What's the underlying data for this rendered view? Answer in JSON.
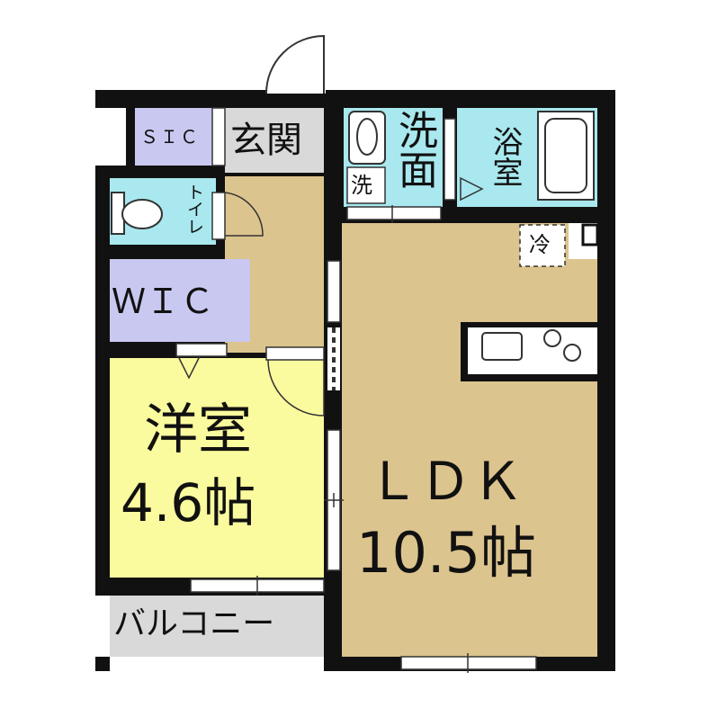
{
  "rooms": {
    "sic": {
      "label": "ＳＩＣ",
      "color": "#c8c8f0"
    },
    "genkan": {
      "label": "玄関",
      "color": "#d9d9d9"
    },
    "toilet": {
      "label": "トイレ",
      "color": "#a8e8ee"
    },
    "wic": {
      "label": "ＷＩＣ",
      "color": "#c8c8f0"
    },
    "hallway": {
      "color": "#dcc48e"
    },
    "washroom": {
      "label": "洗面",
      "color": "#a8e8ee"
    },
    "washer": {
      "label": "洗"
    },
    "bath": {
      "label": "浴室",
      "color": "#a8e8ee"
    },
    "fridge": {
      "label": "冷"
    },
    "western": {
      "label": "洋室",
      "size": "4.6帖",
      "color": "#fafa9e"
    },
    "ldk": {
      "label": "ＬＤＫ",
      "size": "10.5帖",
      "color": "#dcc48e"
    },
    "balcony": {
      "label": "バルコニー",
      "color": "#d9d9d9"
    }
  },
  "colors": {
    "wall": "#111111",
    "line": "#333333"
  }
}
